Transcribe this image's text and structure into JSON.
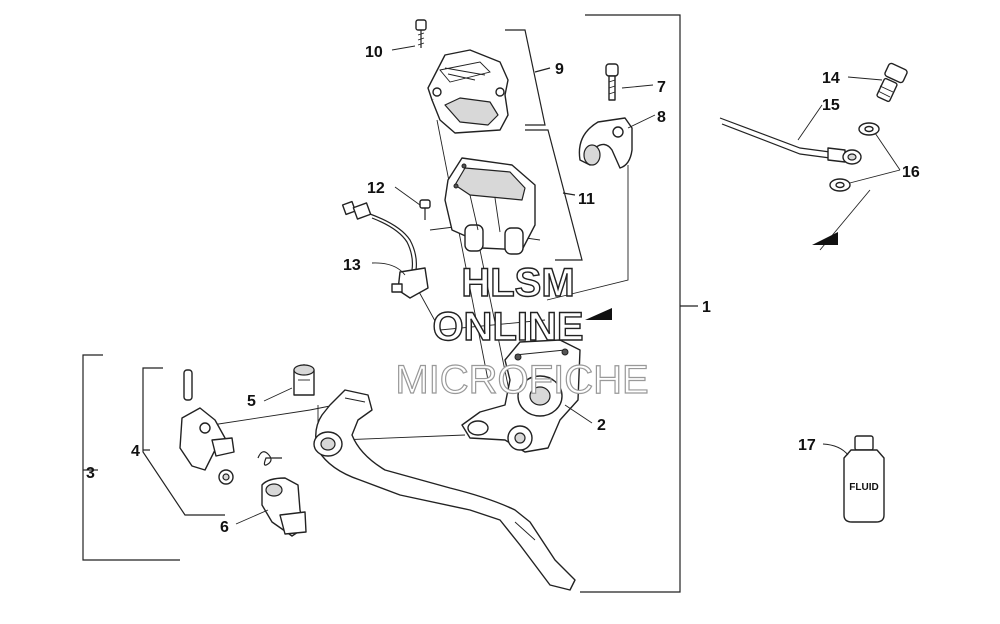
{
  "callouts": {
    "c1": "1",
    "c2": "2",
    "c3": "3",
    "c4": "4",
    "c5": "5",
    "c6": "6",
    "c7": "7",
    "c8": "8",
    "c9": "9",
    "c10": "10",
    "c11": "11",
    "c12": "12",
    "c13": "13",
    "c14": "14",
    "c15": "15",
    "c16": "16",
    "c17": "17"
  },
  "bottle_label": "FLUID",
  "watermark": {
    "line1": "HLSM",
    "line2": "ONLINE",
    "line3": "MICROFICHE"
  }
}
